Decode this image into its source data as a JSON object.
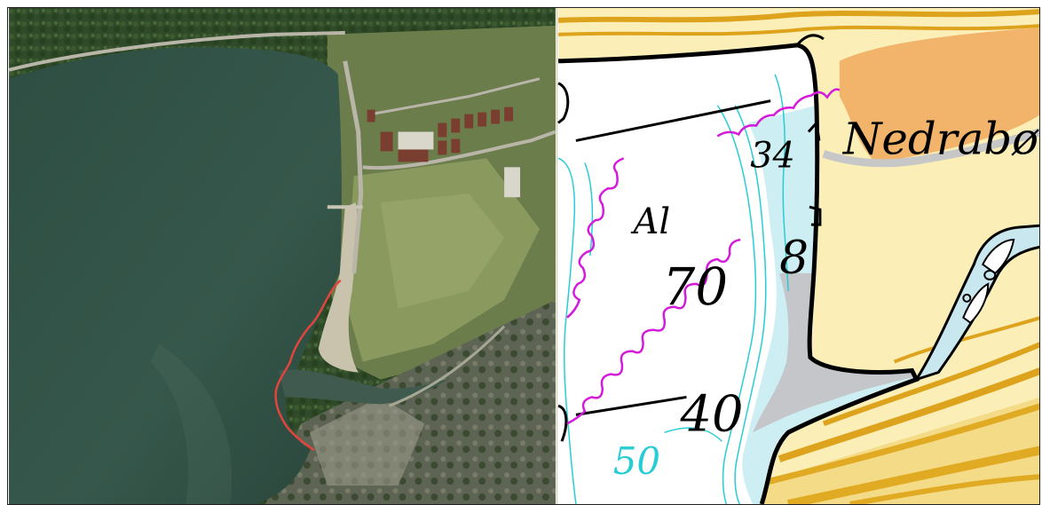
{
  "photo": {
    "colors": {
      "water": "#2c4a3f",
      "water_light": "#3f5e52",
      "forest": "#2f4a28",
      "grass": "#7e8f55",
      "beach": "#c9c2ad",
      "road": "#b9b6a9",
      "shoreline_marker": "#e0453e"
    }
  },
  "chart": {
    "place_name": "Nedrabø",
    "depth_labels": [
      {
        "text": "34"
      },
      {
        "text": "70"
      },
      {
        "text": "8"
      },
      {
        "text": "40"
      },
      {
        "text": "50"
      },
      {
        "text": "Al"
      }
    ],
    "colors": {
      "water": "#ffffff",
      "shallow": "#cdeef3",
      "intertidal": "#c4c6c9",
      "land": "#fbefb7",
      "settlement": "#f2b36b",
      "contour_land": "#dea31d",
      "depth_contour": "#26cdd4",
      "cable": "#d41adb",
      "coastline": "#000000"
    }
  }
}
